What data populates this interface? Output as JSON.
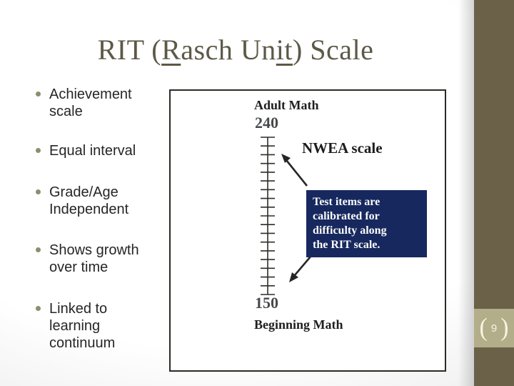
{
  "slide": {
    "title": {
      "seg0": "RIT (",
      "seg1": "R",
      "seg2": "asch Un",
      "seg3": "it",
      "seg4": ") Scale"
    },
    "page_number": "9",
    "badge": {
      "bracket_left": "(",
      "bracket_right": ")"
    }
  },
  "bullets": {
    "items": [
      {
        "text": "Achievement scale"
      },
      {
        "text": "Equal interval"
      },
      {
        "text": "Grade/Age Independent"
      },
      {
        "text": "Shows growth over time"
      },
      {
        "text": "Linked to learning continuum"
      }
    ]
  },
  "diagram": {
    "top_label": "Adult Math",
    "top_value": "240",
    "scale_name": "NWEA scale",
    "bottom_value": "150",
    "bottom_label": "Beginning Math",
    "callout": {
      "lines": [
        "Test items are",
        "calibrated for",
        "difficulty along",
        "the RIT scale."
      ]
    },
    "scale": {
      "tick_count": 19,
      "top_value": 240,
      "bottom_value": 150
    },
    "colors": {
      "callout_bg": "#17285f",
      "callout_text": "#fbfbfb",
      "sidebar": "#6b6149",
      "badge": "#b3ae8a",
      "title_text": "#5d5948",
      "bullet_dot": "#8e8d6e",
      "value_text": "#47494c"
    }
  }
}
